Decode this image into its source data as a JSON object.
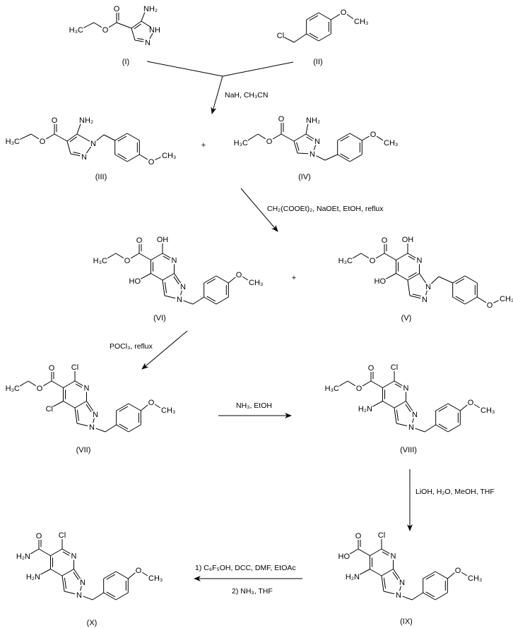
{
  "compounds": {
    "I": {
      "id_label": "(I)",
      "labels": {
        "nh2": "NH₂",
        "n1": "NH",
        "n2": "N",
        "carbonyl_o": "O",
        "x": "O",
        "ethyl": "H₃C"
      }
    },
    "II": {
      "id_label": "(II)",
      "labels": {
        "cl": "Cl",
        "ome_o": "O",
        "ome_ch3": "CH₃"
      }
    },
    "III": {
      "id_label": "(III)",
      "labels": {
        "nh2": "NH₂",
        "n1": "N",
        "n2": "N",
        "carbonyl_o": "O",
        "x": "O",
        "ethyl": "H₃C",
        "ome_o": "O",
        "ome_ch3": "CH₃"
      }
    },
    "IV": {
      "id_label": "(IV)",
      "labels": {
        "nh2": "NH₂",
        "n2": "N",
        "n1": "N",
        "carbonyl_o": "O",
        "x": "O",
        "ethyl": "H₃C",
        "ome_o": "O",
        "ome_ch3": "CH₃"
      }
    },
    "V": {
      "id_label": "(V)",
      "labels": {
        "top": "OH",
        "ring_n": "N",
        "c4": "HO",
        "carbonyl_o": "O",
        "x": "O",
        "ethyl": "H₃C",
        "n1": "N",
        "n2": "N",
        "ome_o": "O",
        "ome_ch3": "CH₃"
      }
    },
    "VI": {
      "id_label": "(VI)",
      "labels": {
        "top": "OH",
        "ring_n": "N",
        "c4": "HO",
        "carbonyl_o": "O",
        "x": "O",
        "ethyl": "H₃C",
        "n1": "N",
        "n2": "N",
        "ome_o": "O",
        "ome_ch3": "CH₃"
      }
    },
    "VII": {
      "id_label": "(VII)",
      "labels": {
        "top": "Cl",
        "ring_n": "N",
        "c4": "Cl",
        "carbonyl_o": "O",
        "x": "O",
        "ethyl": "H₃C",
        "n1": "N",
        "n2": "N",
        "ome_o": "O",
        "ome_ch3": "CH₃"
      }
    },
    "VIII": {
      "id_label": "(VIII)",
      "labels": {
        "top": "Cl",
        "ring_n": "N",
        "c4": "H₂N",
        "carbonyl_o": "O",
        "x": "O",
        "ethyl": "H₃C",
        "n1": "N",
        "n2": "N",
        "ome_o": "O",
        "ome_ch3": "CH₃"
      }
    },
    "IX": {
      "id_label": "(IX)",
      "labels": {
        "top": "Cl",
        "ring_n": "N",
        "c4": "H₂N",
        "carbonyl_o": "O",
        "x": "HO",
        "n1": "N",
        "n2": "N",
        "ome_o": "O",
        "ome_ch3": "CH₃"
      }
    },
    "X": {
      "id_label": "(X)",
      "labels": {
        "top": "Cl",
        "ring_n": "N",
        "c4": "H₂N",
        "carbonyl_o": "O",
        "x": "H₂N",
        "n1": "N",
        "n2": "N",
        "ome_o": "O",
        "ome_ch3": "CH₃"
      }
    }
  },
  "reactions": {
    "step1": "NaH, CH₃CN",
    "step2": "CH₂(COOEt)₂, NaOEt, EtOH, reflux",
    "step3": "POCl₃, reflux",
    "step4": "NH₃, EtOH",
    "step5": "LiOH, H₂O, MeOH, THF",
    "step6a": "1) C₆F₅OH, DCC, DMF, EtOAc",
    "step6b": "2) NH₃, THF"
  },
  "plus_sign": "+"
}
